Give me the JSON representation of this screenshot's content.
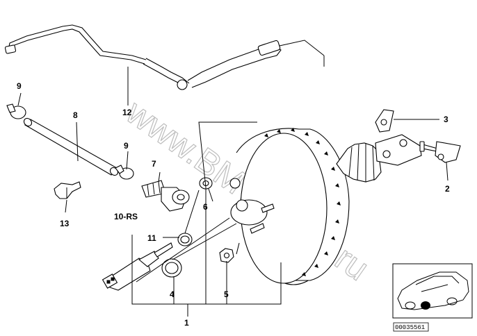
{
  "callouts": {
    "c1": "1",
    "c2": "2",
    "c3": "3",
    "c4": "4",
    "c5": "5",
    "c6": "6",
    "c7": "7",
    "c8": "8",
    "c9a": "9",
    "c9b": "9",
    "c10": "10-RS",
    "c11": "11",
    "c12": "12",
    "c13": "13"
  },
  "watermark": "www.BMWstore.ru",
  "inset": {
    "id": "00035561"
  },
  "colors": {
    "line": "#000000",
    "watermark": "#bdbdbd",
    "background": "#ffffff"
  }
}
